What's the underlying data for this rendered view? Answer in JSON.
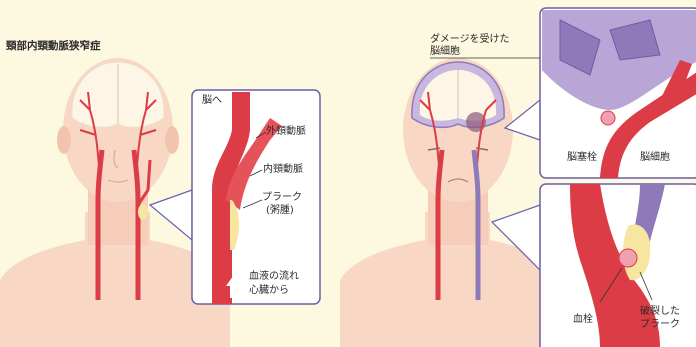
{
  "title": "頸部内頸動脈狭窄症",
  "left_panel": {
    "to_brain": "脳へ",
    "external_carotid": "外頸動脈",
    "internal_carotid": "内頸動脈",
    "plaque_line1": "プラーク",
    "plaque_line2": "(粥腫)",
    "blood_flow_line1": "血液の流れ",
    "blood_flow_line2": "心臓から"
  },
  "right_panel": {
    "damaged_line1": "ダメージを受けた",
    "damaged_line2": "脳細胞",
    "embolism": "脳塞栓",
    "brain_cells": "脳細胞",
    "thrombus": "血栓",
    "ruptured_line1": "破裂した",
    "ruptured_line2": "プラーク"
  },
  "colors": {
    "background": "#fdf8e0",
    "skin": "#f8d7c4",
    "artery": "#dc3c45",
    "panel_border": "#6a5fa8",
    "plaque": "#f7e6a0",
    "damaged_brain": "#8e7ab8"
  }
}
